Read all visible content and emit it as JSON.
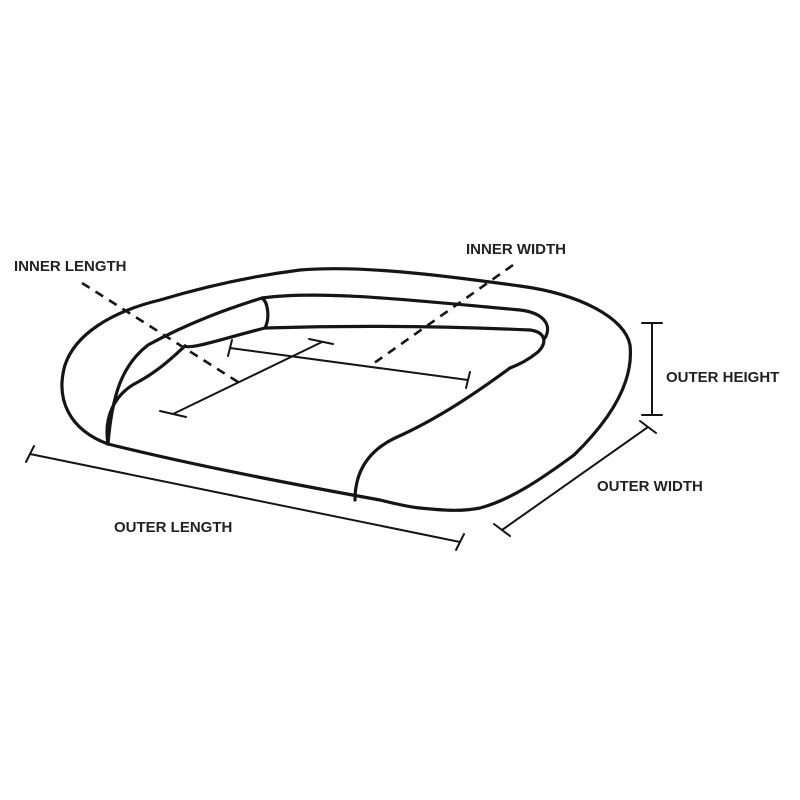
{
  "labels": {
    "inner_length": "INNER LENGTH",
    "inner_width": "INNER WIDTH",
    "outer_height": "OUTER HEIGHT",
    "outer_width": "OUTER WIDTH",
    "outer_length": "OUTER LENGTH"
  },
  "colors": {
    "line": "#151515",
    "text": "#222222",
    "background": "#ffffff"
  }
}
